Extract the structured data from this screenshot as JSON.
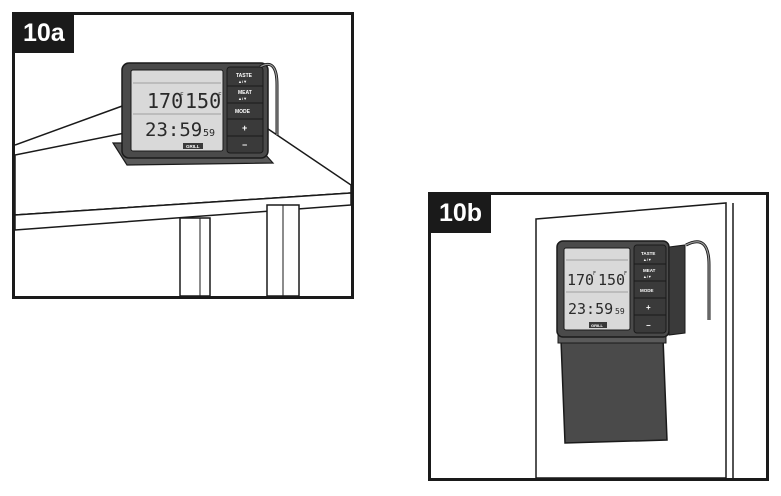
{
  "figures": [
    {
      "label": "10a",
      "display": {
        "temp_left": "170",
        "temp_right": "150",
        "unit": "F",
        "time": "23:59",
        "seconds": "59",
        "brand": "GRILL"
      },
      "buttons": [
        "TASTE",
        "MEAT",
        "MODE",
        "+",
        "−"
      ],
      "button_sublabels": [
        "▲/▼",
        "▲/▼"
      ]
    },
    {
      "label": "10b",
      "display": {
        "temp_left": "170",
        "temp_right": "150",
        "unit": "F",
        "time": "23:59",
        "seconds": "59",
        "brand": "GRILL"
      },
      "buttons": [
        "TASTE",
        "MEAT",
        "MODE",
        "+",
        "−"
      ],
      "button_sublabels": [
        "▲/▼",
        "▲/▼"
      ]
    }
  ],
  "colors": {
    "outline": "#1a1a1a",
    "device_body": "#4a4a4a",
    "lcd": "#d9d9d9",
    "button_strip": "#3a3a3a",
    "stand": "#5a5a5a"
  }
}
